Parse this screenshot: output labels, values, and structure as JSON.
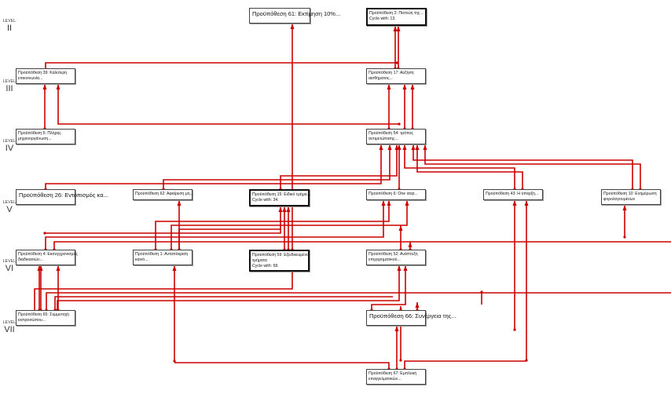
{
  "levels": [
    {
      "word": "LEVEL",
      "numeral": "II"
    },
    {
      "word": "LEVEL",
      "numeral": "III"
    },
    {
      "word": "LEVEL",
      "numeral": "IV"
    },
    {
      "word": "LEVEL",
      "numeral": "V"
    },
    {
      "word": "LEVEL",
      "numeral": "VI"
    },
    {
      "word": "LEVEL",
      "numeral": "VII"
    }
  ],
  "nodes": {
    "n61": {
      "line1": "Προϋπόθεση 61: Εκτίμηση 10%...",
      "line2": "",
      "line3": ""
    },
    "n2": {
      "line1": "Προϋπόθεση 2: Πιστεύη της...",
      "line2": "Cycle with: 13.",
      "line3": ""
    },
    "n39": {
      "line1": "Προϋπόθεση 39: Καλύτερη",
      "line2": "επικοινωνία...",
      "line3": ""
    },
    "n17": {
      "line1": "Προϋπόθεση 17: Αύξηση",
      "line2": "αισθήματος...",
      "line3": ""
    },
    "n5": {
      "line1": "Προϋπόθεση 5: Πλήρης",
      "line2": "μηχανοργάνωση...",
      "line3": ""
    },
    "n54": {
      "line1": "Προϋπόθεση 54: τρόπος",
      "line2": "αντιμετώπισης...",
      "line3": ""
    },
    "n26": {
      "line1": "Προϋπόθεση 26: Εντοπισμός κα...",
      "line2": "",
      "line3": ""
    },
    "n62": {
      "line1": "Προϋπόθεση 62: Αφαίρεση μη...",
      "line2": "",
      "line3": ""
    },
    "n15": {
      "line1": "Προϋπόθεση 15: Ειδικό τμήμα...",
      "line2": "Cycle with: 34.",
      "line3": ""
    },
    "n6": {
      "line1": "Προϋπόθεση 6: One stop...",
      "line2": "",
      "line3": ""
    },
    "n43": {
      "line1": "Προϋπόθεση 43: Η ύπαρξη...",
      "line2": "",
      "line3": ""
    },
    "n10": {
      "line1": "Προϋπόθεση 10: Ενημέρωση",
      "line2": "φορολογουμένων",
      "line3": ""
    },
    "n4": {
      "line1": "Προϋπόθεση 4: Εκσυγχρονισμός",
      "line2": "διαδικασιών...",
      "line3": ""
    },
    "n1": {
      "line1": "Προϋπόθεση 1: Ανταπόκριση",
      "line2": "καινό...",
      "line3": ""
    },
    "n59": {
      "line1": "Προϋπόθεση 59: Εξειδικευμένα",
      "line2": "τμήματα",
      "line3": "Cycle with: 58."
    },
    "n52": {
      "line1": "Προϋπόθεση 52: Ανάπτυξη",
      "line2": "επιχειρηματικού...",
      "line3": ""
    },
    "n65": {
      "line1": "Προϋπόθεση 65: Συμμετοχή",
      "line2": "εκπροσώπου...",
      "line3": ""
    },
    "n66": {
      "line1": "Προϋπόθεση 66: Συνέργεια της...",
      "line2": "",
      "line3": ""
    },
    "n67": {
      "line1": "Προϋπόθεση 67: Εμπλοκή",
      "line2": "επαγγελματικών...",
      "line3": ""
    }
  },
  "colors": {
    "edge": "#cc0000",
    "node_border": "#444444",
    "cycle_border": "#111111"
  }
}
